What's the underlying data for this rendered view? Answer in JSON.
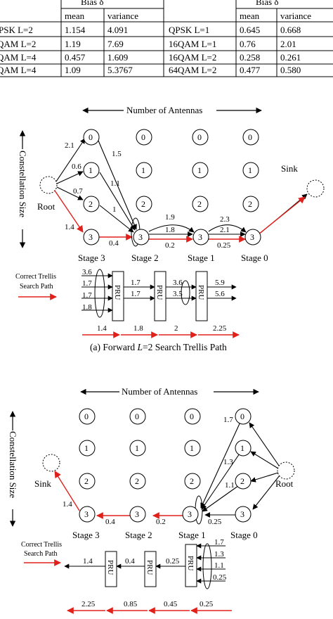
{
  "table": {
    "header_top": [
      "Bias δ",
      "Bias δ"
    ],
    "header_cols": [
      "mean",
      "variance",
      "mean",
      "variance"
    ],
    "rows": [
      [
        "PSK L=2",
        "1.154",
        "4.091",
        "QPSK L=1",
        "0.645",
        "0.668"
      ],
      [
        "QAM L=2",
        "1.19",
        "7.69",
        "16QAM L=1",
        "0.76",
        "2.01"
      ],
      [
        "QAM L=4",
        "0.457",
        "1.609",
        "16QAM L=2",
        "0.258",
        "0.261"
      ],
      [
        "QAM L=4",
        "1.09",
        "5.3767",
        "64QAM L=2",
        "0.477",
        "0.580"
      ]
    ]
  },
  "diagram_a": {
    "antennas_label": "Number of Antennas",
    "constellation_label": "Constellation Size",
    "root_label": "Root",
    "sink_label": "Sink",
    "stages": [
      "Stage 3",
      "Stage 2",
      "Stage 1",
      "Stage 0"
    ],
    "node_labels": [
      "0",
      "1",
      "2",
      "3"
    ],
    "edge_labels": {
      "root_0": "2.1",
      "root_1": "0.6",
      "root_2": "0.7",
      "root_3": "1.4",
      "n0_s2": "1.5",
      "n1_s2": "1.1",
      "n2_s2": "1",
      "s2_s1_a": "1.9",
      "s2_s1_b": "1.8",
      "s2_s1_c": "0.2",
      "s1_s0_a": "2.3",
      "s1_s0_b": "2.1",
      "s1_s0_c": "0.25",
      "s3_s2": "0.4"
    },
    "legend": [
      "Correct Trellis",
      "Search Path"
    ],
    "pru_label": "PRU",
    "pru_inputs": [
      "3.6",
      "1.7",
      "1.7",
      "1.8"
    ],
    "pru_mid1": [
      "1.7",
      "1.7"
    ],
    "pru_mid2": [
      "3.6",
      "3.5"
    ],
    "pru_out": [
      "5.9",
      "5.6"
    ],
    "bottom_values": [
      "1.4",
      "1.8",
      "2",
      "2.25"
    ],
    "caption_prefix": "(a) Forward ",
    "caption_italic": "L",
    "caption_suffix": "=2 Search Trellis Path"
  },
  "diagram_b": {
    "antennas_label": "Number of Antennas",
    "constellation_label": "Constellation Size",
    "root_label": "Root",
    "sink_label": "Sink",
    "stages": [
      "Stage 3",
      "Stage 2",
      "Stage 1",
      "Stage 0"
    ],
    "node_labels": [
      "0",
      "1",
      "2",
      "3"
    ],
    "edge_labels": {
      "root_0": "1.7",
      "root_1": "1.3",
      "root_2": "1.1",
      "s1_s0": "0.25",
      "s2_s1": "0.2",
      "s3_s2": "0.4",
      "sink": "1.4"
    },
    "legend": [
      "Correct Trellis",
      "Search Path"
    ],
    "pru_label": "PRU",
    "pru_inputs": [
      "1.7",
      "1.3",
      "1.1",
      "0.25"
    ],
    "pru_mid": [
      "0.25",
      "0.4",
      "1.4"
    ],
    "bottom_values": [
      "2.25",
      "0.85",
      "0.45",
      "0.25"
    ]
  },
  "colors": {
    "search_path": "#e0201b",
    "ink": "#000000"
  }
}
